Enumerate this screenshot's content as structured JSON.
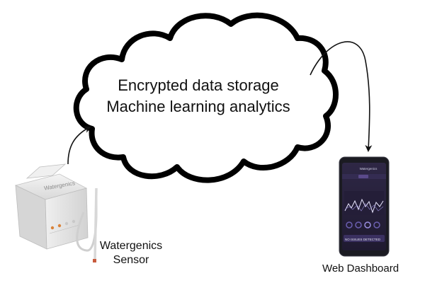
{
  "cloud": {
    "line1": "Encrypted data storage",
    "line2": "Machine learning analytics"
  },
  "sensor": {
    "label_line1": "Watergenics",
    "label_line2": "Sensor",
    "device_brand": "Watergenics"
  },
  "dashboard": {
    "label": "Web Dashboard",
    "app_title": "Watergenics",
    "status_text": "NO ISSUES DETECTED"
  },
  "colors": {
    "cloud_stroke": "#000000",
    "arrow": "#111111",
    "phone_body": "#1a1a22",
    "phone_screen": "#2b2440",
    "chart_line": "#e9e6ff",
    "device_body": "#e6e6e6"
  }
}
